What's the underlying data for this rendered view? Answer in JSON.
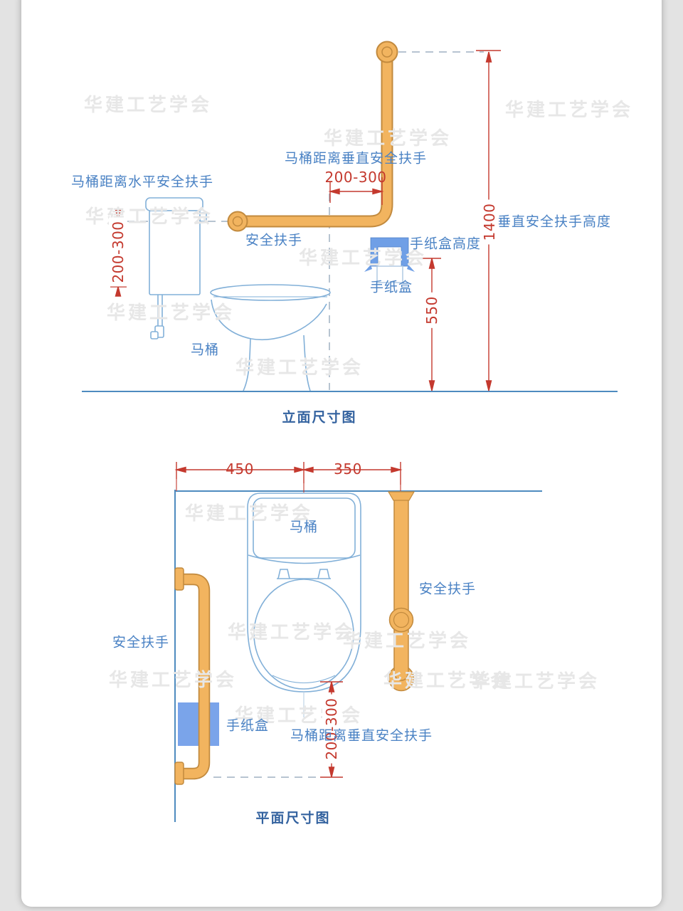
{
  "watermark": {
    "text": "华建工艺学会"
  },
  "colors": {
    "drawing_blue": "#82b0d8",
    "wall_blue": "#4e8bbf",
    "label_blue": "#4a82c4",
    "caption_blue": "#33629f",
    "dimension_red": "#c4392e",
    "grab_bar_orange": "#f2b45f",
    "grab_bar_outline": "#c28a3e",
    "paper_box_blue": "#6f9fe6"
  },
  "elevation": {
    "caption": "立面尺寸图",
    "toilet_label": "马桶",
    "grab_bar_label": "安全扶手",
    "paper_box_label": "手纸盒",
    "paper_box_height_label": "手纸盒高度",
    "vertical_bar_height_label": "垂直安全扶手高度",
    "toilet_to_horizontal_bar_label": "马桶距离水平安全扶手",
    "toilet_to_vertical_bar_label": "马桶距离垂直安全扶手",
    "dim_toilet_to_horizontal_bar": "200-300",
    "dim_toilet_to_vertical_bar": "200-300",
    "dim_paper_box_height": "550",
    "dim_vertical_bar_height": "1400"
  },
  "plan": {
    "caption": "平面尺寸图",
    "toilet_label": "马桶",
    "grab_bar_right_label": "安全扶手",
    "grab_bar_left_label": "安全扶手",
    "paper_box_label": "手纸盒",
    "toilet_to_vertical_bar_label": "马桶距离垂直安全扶手",
    "dim_wall_to_toilet_center": "450",
    "dim_toilet_center_to_bar": "350",
    "dim_toilet_to_bar": "200-300"
  }
}
